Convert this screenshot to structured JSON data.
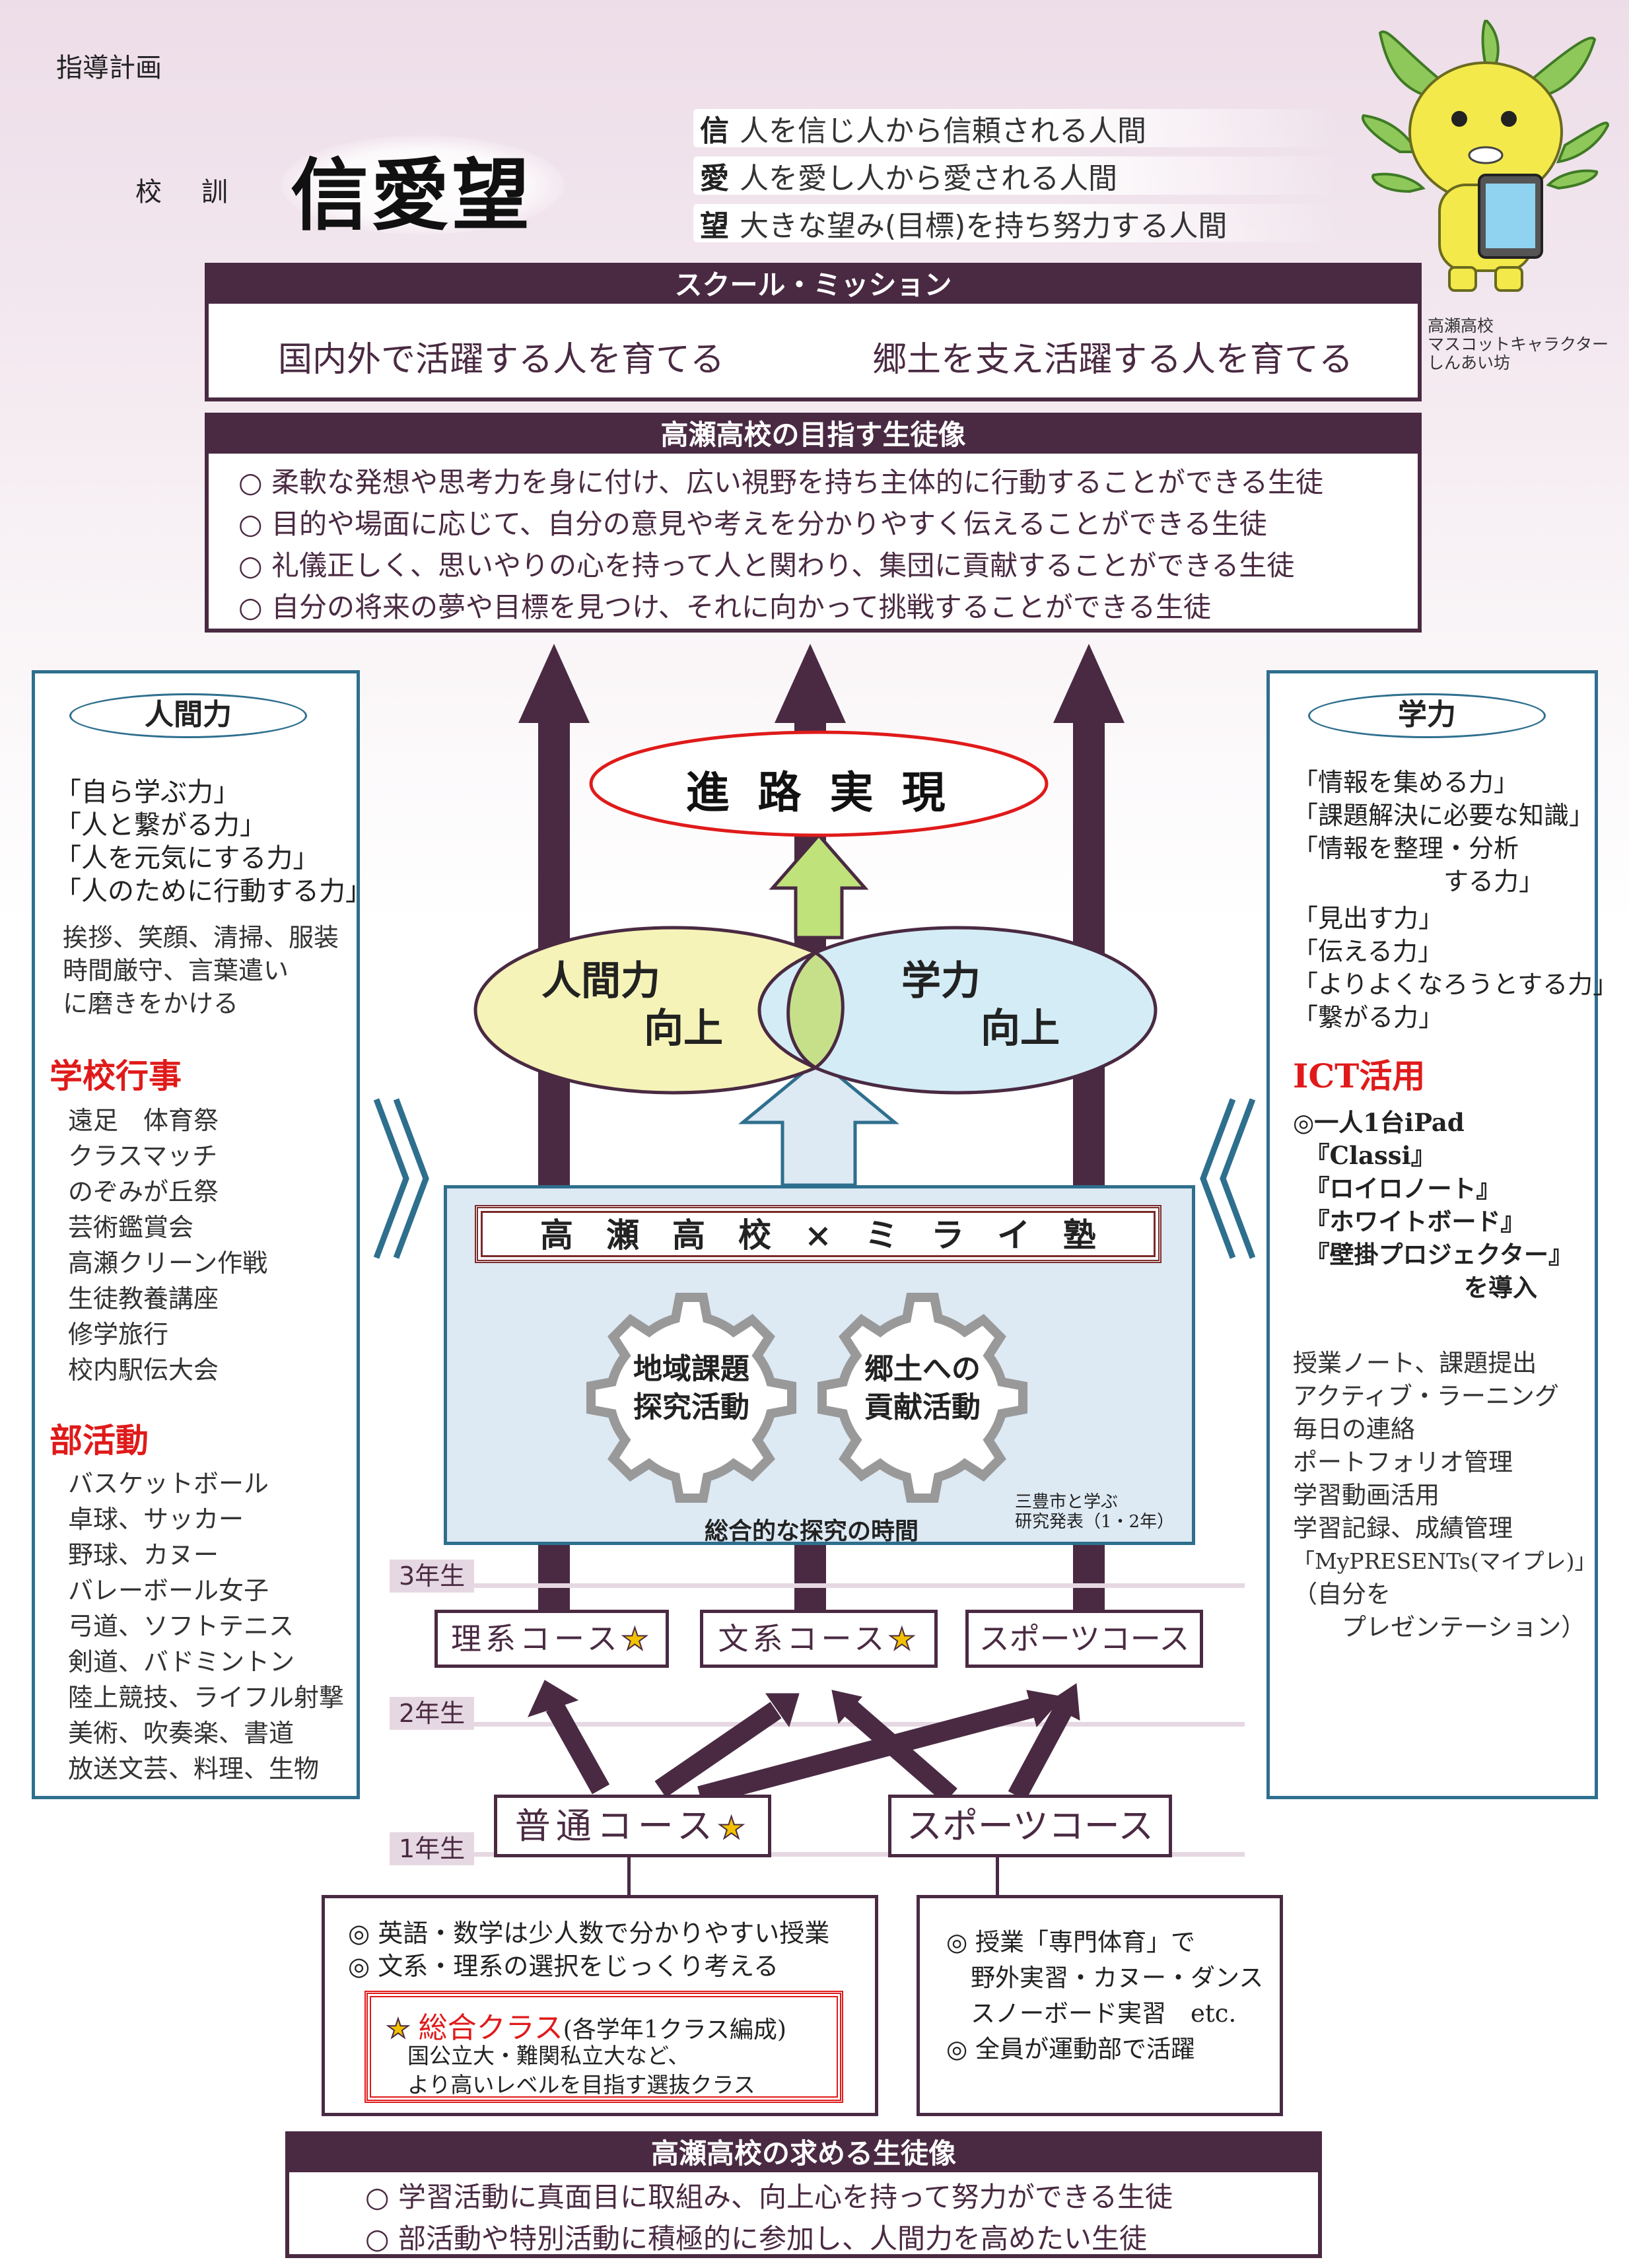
{
  "doc_label": "指導計画",
  "motto": {
    "label": "校　訓",
    "calligraphy": "信愛望",
    "lines": [
      {
        "char": "信",
        "text": "人を信じ人から信頼される人間"
      },
      {
        "char": "愛",
        "text": "人を愛し人から愛される人間"
      },
      {
        "char": "望",
        "text": "大きな望み(目標)を持ち努力する人間"
      }
    ]
  },
  "mascot": {
    "caption": [
      "高瀬高校",
      "マスコットキャラクター",
      "しんあい坊"
    ]
  },
  "mission": {
    "title": "スクール・ミッション",
    "items": [
      "国内外で活躍する人を育てる",
      "郷土を支え活躍する人を育てる"
    ]
  },
  "ideal_students": {
    "title": "高瀬高校の目指す生徒像",
    "items": [
      "○ 柔軟な発想や思考力を身に付け、広い視野を持ち主体的に行動することができる生徒",
      "○ 目的や場面に応じて、自分の意見や考えを分かりやすく伝えることができる生徒",
      "○ 礼儀正しく、思いやりの心を持って人と関わり、集団に貢献することができる生徒",
      "○ 自分の将来の夢や目標を見つけ、それに向かって挑戦することができる生徒"
    ]
  },
  "left_panel": {
    "title": "人間力",
    "abilities": [
      "「自ら学ぶ力」",
      "「人と繋がる力」",
      "「人を元気にする力」",
      "「人のために行動する力」"
    ],
    "manners": [
      "挨拶、笑顔、清掃、服装",
      "時間厳守、言葉遣い",
      "に磨きをかける"
    ],
    "events_title": "学校行事",
    "events": [
      "遠足　体育祭",
      "クラスマッチ",
      "のぞみが丘祭",
      "芸術鑑賞会",
      "高瀬クリーン作戦",
      "生徒教養講座",
      "修学旅行",
      "校内駅伝大会"
    ],
    "clubs_title": "部活動",
    "clubs": [
      "バスケットボール",
      "卓球、サッカー",
      "野球、カヌー",
      "バレーボール女子",
      "弓道、ソフトテニス",
      "剣道、バドミントン",
      "陸上競技、ライフル射撃",
      "美術、吹奏楽、書道",
      "放送文芸、料理、生物"
    ]
  },
  "right_panel": {
    "title": "学力",
    "abilities": [
      "「情報を集める力」",
      "「課題解決に必要な知識」",
      "「情報を整理・分析",
      "　　　　　　する力」",
      "「見出す力」",
      "「伝える力」",
      "「よりよくなろうとする力」",
      "「繋がる力」"
    ],
    "ict_title": "ICT活用",
    "ict": [
      "◎一人1台iPad",
      "　『Classi』",
      "　『ロイロノート』",
      "　『ホワイトボード』",
      "　『壁掛プロジェクター』",
      "　　　　　　　を導入"
    ],
    "uses": [
      "授業ノート、課題提出",
      "アクティブ・ラーニング",
      "毎日の連絡",
      "ポートフォリオ管理",
      "学習動画活用",
      "学習記録、成績管理",
      "「MyPRESENTs(マイプレ)」",
      "（自分を",
      "　　プレゼンテーション）"
    ]
  },
  "center": {
    "goal": "進 路 実 現",
    "left_oval": [
      "人間力",
      "向上"
    ],
    "right_oval": [
      "学力",
      "向上"
    ],
    "mirai_title": "高　瀬　高　校　×　ミ　ラ　イ　塾",
    "gear_left": [
      "地域課題",
      "探究活動"
    ],
    "gear_right": [
      "郷土への",
      "貢献活動"
    ],
    "note": [
      "三豊市と学ぶ",
      "研究発表（1・2年）"
    ],
    "integrated": "総合的な探究の時間"
  },
  "years": [
    "3年生",
    "2年生",
    "1年生"
  ],
  "courses_upper": [
    "理系コース",
    "文系コース",
    "スポーツコース"
  ],
  "courses_lower": [
    "普通コース",
    "スポーツコース"
  ],
  "general_info": {
    "items": [
      "◎ 英語・数学は少人数で分かりやすい授業",
      "◎ 文系・理系の選択をじっくり考える"
    ],
    "special_title": "総合クラス",
    "special_note": "(各学年1クラス編成)",
    "special_lines": [
      "国公立大・難関私立大など、",
      "より高いレベルを目指す選抜クラス"
    ]
  },
  "sports_info": {
    "items": [
      "◎ 授業「専門体育」で",
      "　野外実習・カヌー・ダンス",
      "　スノーボード実習　etc.",
      "◎ 全員が運動部で活躍"
    ]
  },
  "wanted_students": {
    "title": "高瀬高校の求める生徒像",
    "items": [
      "○ 学習活動に真面目に取組み、向上心を持って努力ができる生徒",
      "○ 部活動や特別活動に積極的に参加し、人間力を高めたい生徒"
    ]
  },
  "colors": {
    "primary": "#4a2a42",
    "teal": "#2e6f8e",
    "red": "#e01a1a",
    "star": "#f2c200"
  }
}
